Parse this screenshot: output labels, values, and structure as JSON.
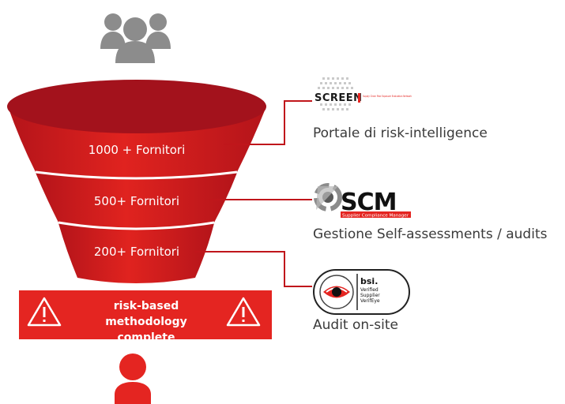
{
  "funnel": {
    "tiers": [
      {
        "label": "1000 + Fornitori"
      },
      {
        "label": "500+ Fornitori"
      },
      {
        "label": "200+ Fornitori"
      }
    ]
  },
  "warning": {
    "line1": "risk-based",
    "line2": "methodology complete"
  },
  "tools": [
    {
      "logo_text": "SCREEN",
      "logo_subtext": "Supply Chain Risk Exposure Evaluation Network",
      "caption": "Portale di risk-intelligence"
    },
    {
      "logo_text": "SCM",
      "logo_subtext": "Supplier Compliance Manager",
      "caption": "Gestione Self-assessments / audits"
    },
    {
      "logo_text": "bsi.",
      "logo_subtext_lines": [
        "Verified",
        "Supplier",
        "VerifEye"
      ],
      "caption": "Audit on-site"
    }
  ],
  "colors": {
    "funnel_top": "#a3121c",
    "funnel_tier": "#d7191d",
    "accent_red": "#e42521",
    "icon_gray": "#8c8c8c",
    "connector": "#c0161b"
  },
  "icons": [
    "group-users-icon",
    "single-user-icon",
    "warning-triangle-icon"
  ]
}
